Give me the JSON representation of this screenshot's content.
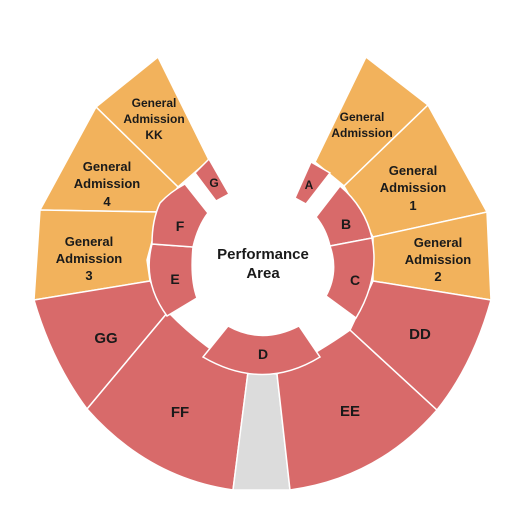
{
  "colors": {
    "general_admission": "#f2b25c",
    "reserved": "#d86a6a",
    "aisle": "#dcdcdc",
    "background": "#ffffff"
  },
  "stage": {
    "line1": "Performance",
    "line2": "Area"
  },
  "sections": {
    "ga_kk": {
      "lines": [
        "General",
        "Admission",
        "KK"
      ]
    },
    "ga_4": {
      "lines": [
        "General",
        "Admission",
        "4"
      ]
    },
    "ga_3": {
      "lines": [
        "General",
        "Admission",
        "3"
      ]
    },
    "ga_top": {
      "lines": [
        "General",
        "Admission"
      ]
    },
    "ga_1": {
      "lines": [
        "General",
        "Admission",
        "1"
      ]
    },
    "ga_2": {
      "lines": [
        "General",
        "Admission",
        "2"
      ]
    },
    "gg": {
      "label": "GG"
    },
    "ff": {
      "label": "FF"
    },
    "ee": {
      "label": "EE"
    },
    "dd": {
      "label": "DD"
    },
    "a": {
      "label": "A"
    },
    "b": {
      "label": "B"
    },
    "c": {
      "label": "C"
    },
    "d": {
      "label": "D"
    },
    "e": {
      "label": "E"
    },
    "f": {
      "label": "F"
    },
    "g": {
      "label": "G"
    }
  }
}
